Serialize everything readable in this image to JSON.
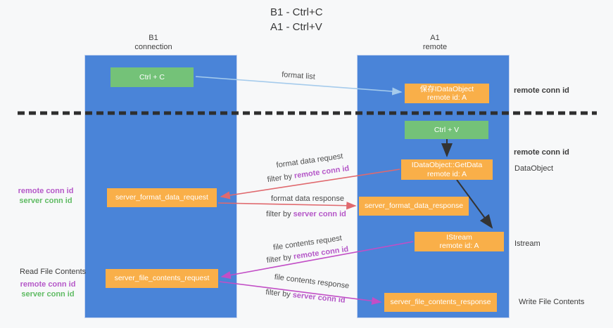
{
  "title": {
    "line1": "B1 - Ctrl+C",
    "line2": "A1 - Ctrl+V"
  },
  "columns": {
    "left": {
      "name": "B1",
      "role": "connection"
    },
    "right": {
      "name": "A1",
      "role": "remote"
    }
  },
  "nodes": {
    "ctrl_c": {
      "label": "Ctrl + C"
    },
    "ctrl_v": {
      "label": "Ctrl + V"
    },
    "save_dataobject": {
      "line1": "保存IDataObject",
      "line2": "remote id: A"
    },
    "getdata": {
      "line1": "IDataObject::GetData",
      "line2": "remote id: A"
    },
    "istream": {
      "line1": "IStream",
      "line2": "remote id: A"
    },
    "format_request": {
      "label": "server_format_data_request"
    },
    "format_response": {
      "label": "server_format_data_response"
    },
    "file_request": {
      "label": "server_file_contents_request"
    },
    "file_response": {
      "label": "server_file_contents_response"
    }
  },
  "edges": {
    "format_list": {
      "label": "format list"
    },
    "format_request": {
      "label": "format data request",
      "filter_prefix": "filter by ",
      "filter_key": "remote conn id"
    },
    "format_response": {
      "label": "format data response",
      "filter_prefix": "filter by ",
      "filter_key": "server conn id"
    },
    "file_request": {
      "label": "file contents request",
      "filter_prefix": "filter by ",
      "filter_key": "remote conn id"
    },
    "file_response": {
      "label": "file contents response",
      "filter_prefix": "filter by ",
      "filter_key": "server conn id"
    }
  },
  "side_labels": {
    "right_top_remote_conn": "remote conn id",
    "right_mid_remote_conn": "remote conn id",
    "dataobject": "DataObject",
    "istream": "Istream",
    "write_file": "Write File Contents",
    "read_file": "Read File Contents",
    "left1_remote_conn": "remote conn id",
    "left1_server_conn": "server conn id",
    "left2_remote_conn": "remote conn id",
    "left2_server_conn": "server conn id"
  },
  "colors": {
    "column_blue": "#4a84d8",
    "node_orange": "#f9af49",
    "node_green": "#74c278",
    "arrow_red": "#e0696e",
    "arrow_magenta": "#c24ec6",
    "arrow_blue": "#a5cbec",
    "arrow_black": "#333333",
    "text_purple": "#b558c8",
    "text_green": "#5fbb63",
    "dashed_line": "#2e2e2e"
  }
}
